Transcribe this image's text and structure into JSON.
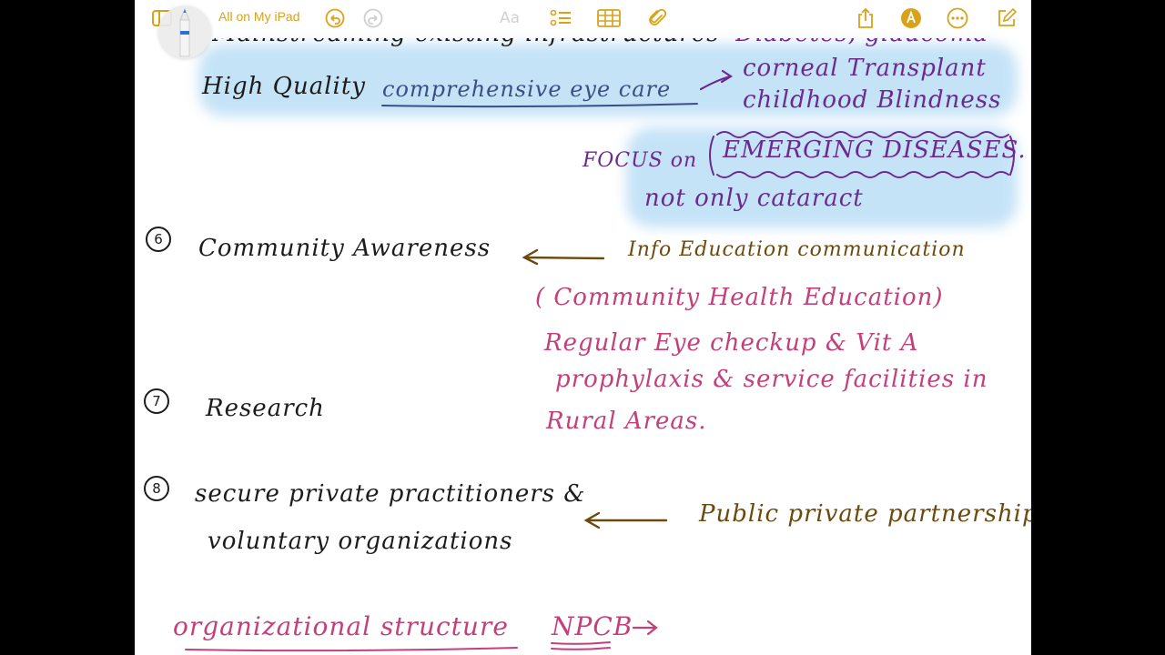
{
  "toolbar": {
    "breadcrumb": "All on My iPad",
    "format_label": "Aa"
  },
  "colors": {
    "accent": "#d8a21a",
    "ink_black": "#1c1c1c",
    "ink_purple": "#6a2a8f",
    "ink_brown": "#6b4a0f",
    "ink_pink": "#c4407a",
    "highlight": "#a8d8f4"
  },
  "note": {
    "line_top": "Mainstreaming existing infrastructures",
    "line_top_right": "Diabetes, glaucoma",
    "high_quality": "High Quality",
    "comprehensive": "comprehensive eye care",
    "corneal": "corneal Transplant",
    "childhood": "childhood Blindness",
    "focus_on": "FOCUS on",
    "emerging": "EMERGING DISEASES.",
    "not_only": "not only cataract",
    "n6": "6",
    "community_awareness": "Community Awareness",
    "iec": "Info Education communication",
    "chec": "( Community Health Education)",
    "regular": "Regular Eye checkup & Vit A",
    "prophylaxis": "prophylaxis & service facilities in",
    "rural": "Rural Areas.",
    "n7": "7",
    "research": "Research",
    "n8": "8",
    "secure": "secure private practitioners &",
    "voluntary": "voluntary organizations",
    "ppp": "Public private partnership",
    "org_structure": "organizational structure",
    "npcb": "NPCB"
  }
}
